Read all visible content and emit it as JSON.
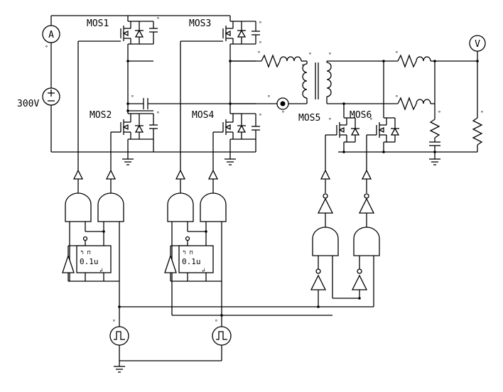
{
  "diagram": {
    "labels": {
      "mos1": "MOS1",
      "mos2": "MOS2",
      "mos3": "MOS3",
      "mos4": "MOS4",
      "mos5": "MOS5",
      "mos6": "MOS6",
      "source_voltage": "300V",
      "ammeter": "A",
      "voltmeter": "V",
      "delay1": "0.1u",
      "delay2": "0.1u"
    },
    "colors": {
      "line": "#000000",
      "background": "#ffffff"
    }
  }
}
